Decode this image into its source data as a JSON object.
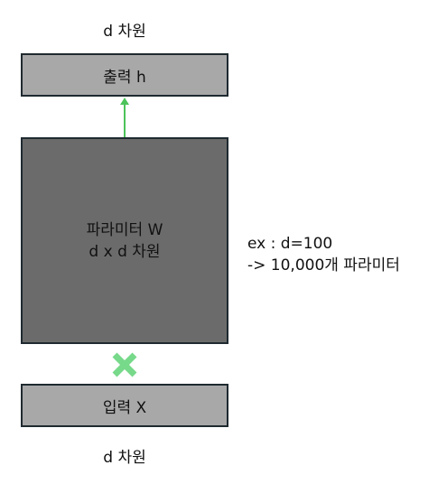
{
  "top_dimension": "d 차원",
  "output_box": {
    "label": "출력 h"
  },
  "param_box": {
    "line1": "파라미터 W",
    "line2": "d x d 차원"
  },
  "input_box": {
    "label": "입력 X"
  },
  "bottom_dimension": "d 차원",
  "note": {
    "line1": "ex : d=100",
    "line2": "-> 10,000개 파라미터"
  },
  "colors": {
    "light_box": "#a8a8a8",
    "dark_box": "#6b6b6b",
    "border": "#1f2a30",
    "arrow": "#4cc35a",
    "cross": "#77d98a"
  }
}
